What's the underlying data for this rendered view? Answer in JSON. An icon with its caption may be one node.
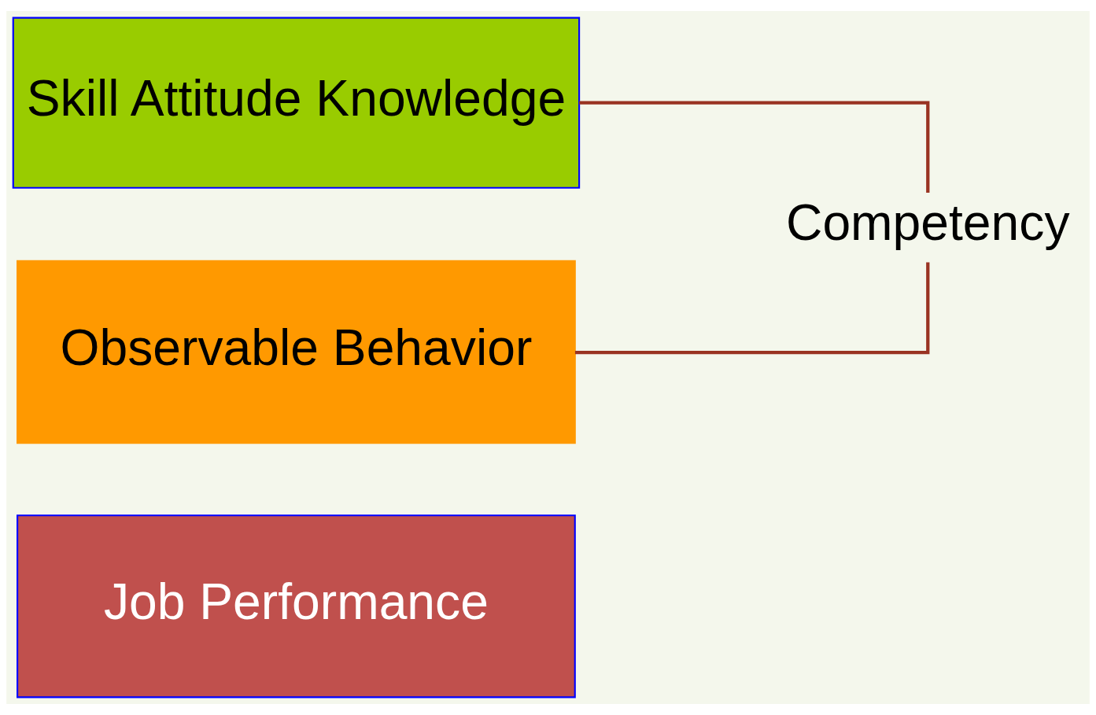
{
  "diagram": {
    "nodes": [
      {
        "text": [
          "Skill Attitude Knowledge"
        ]
      },
      {
        "text": [
          "Observable Behavior"
        ]
      },
      {
        "text": [
          "Job Performance"
        ]
      },
      {
        "text": [
          "Competency"
        ]
      }
    ],
    "edges": [
      {
        "from": 0,
        "to": 3,
        "arrow": "none",
        "color": "#993322"
      },
      {
        "from": 1,
        "to": 3,
        "arrow": "none",
        "color": "#993322"
      }
    ]
  }
}
